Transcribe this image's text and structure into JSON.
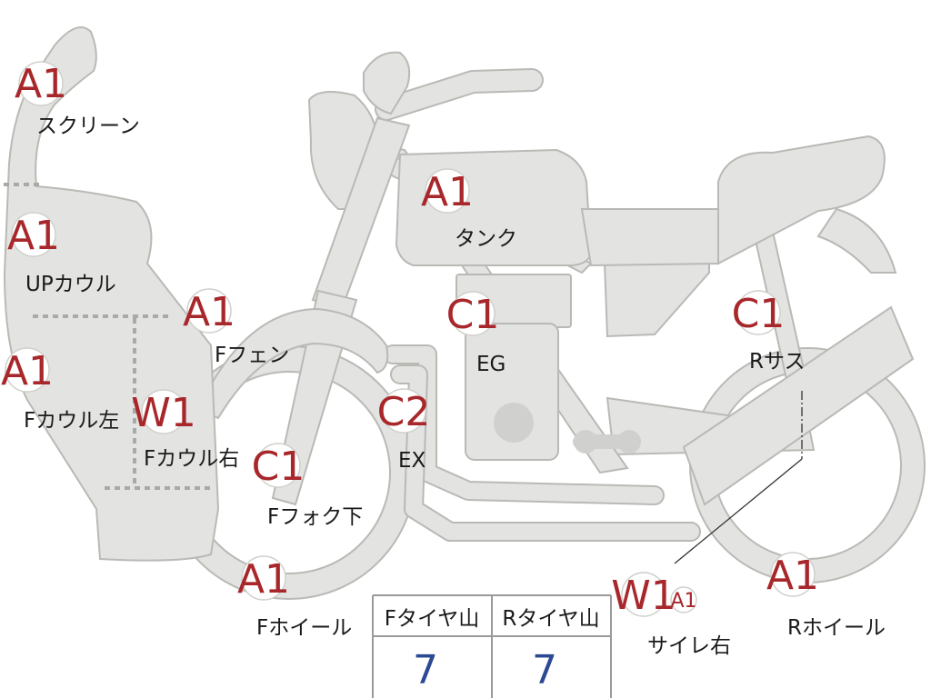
{
  "parts": [
    {
      "id": "screen",
      "grade": "A1",
      "label": "スクリーン"
    },
    {
      "id": "up-cowl",
      "grade": "A1",
      "label": "UPカウル"
    },
    {
      "id": "f-cowl-left",
      "grade": "A1",
      "label": "Fカウル左"
    },
    {
      "id": "f-cowl-right",
      "grade": "W1",
      "label": "Fカウル右"
    },
    {
      "id": "f-fender",
      "grade": "A1",
      "label": "Fフェン"
    },
    {
      "id": "f-fork-lower",
      "grade": "C1",
      "label": "Fフォク下"
    },
    {
      "id": "f-wheel",
      "grade": "A1",
      "label": "Fホイール"
    },
    {
      "id": "tank",
      "grade": "A1",
      "label": "タンク"
    },
    {
      "id": "engine",
      "grade": "C1",
      "label": "EG"
    },
    {
      "id": "exhaust",
      "grade": "C2",
      "label": "EX"
    },
    {
      "id": "r-suspension",
      "grade": "C1",
      "label": "Rサス"
    },
    {
      "id": "silencer-right",
      "grade": "W1",
      "grade2": "A1",
      "label": "サイレ右"
    },
    {
      "id": "r-wheel",
      "grade": "A1",
      "label": "Rホイール"
    }
  ],
  "tire_table": {
    "headers": [
      "Fタイヤ山",
      "Rタイヤ山"
    ],
    "values": [
      "7",
      "7"
    ]
  },
  "colors": {
    "grade_red": "#a8272b",
    "value_blue": "#2c4a92",
    "part_fill": "#e3e3e1",
    "part_stroke": "#b9b9b6"
  }
}
